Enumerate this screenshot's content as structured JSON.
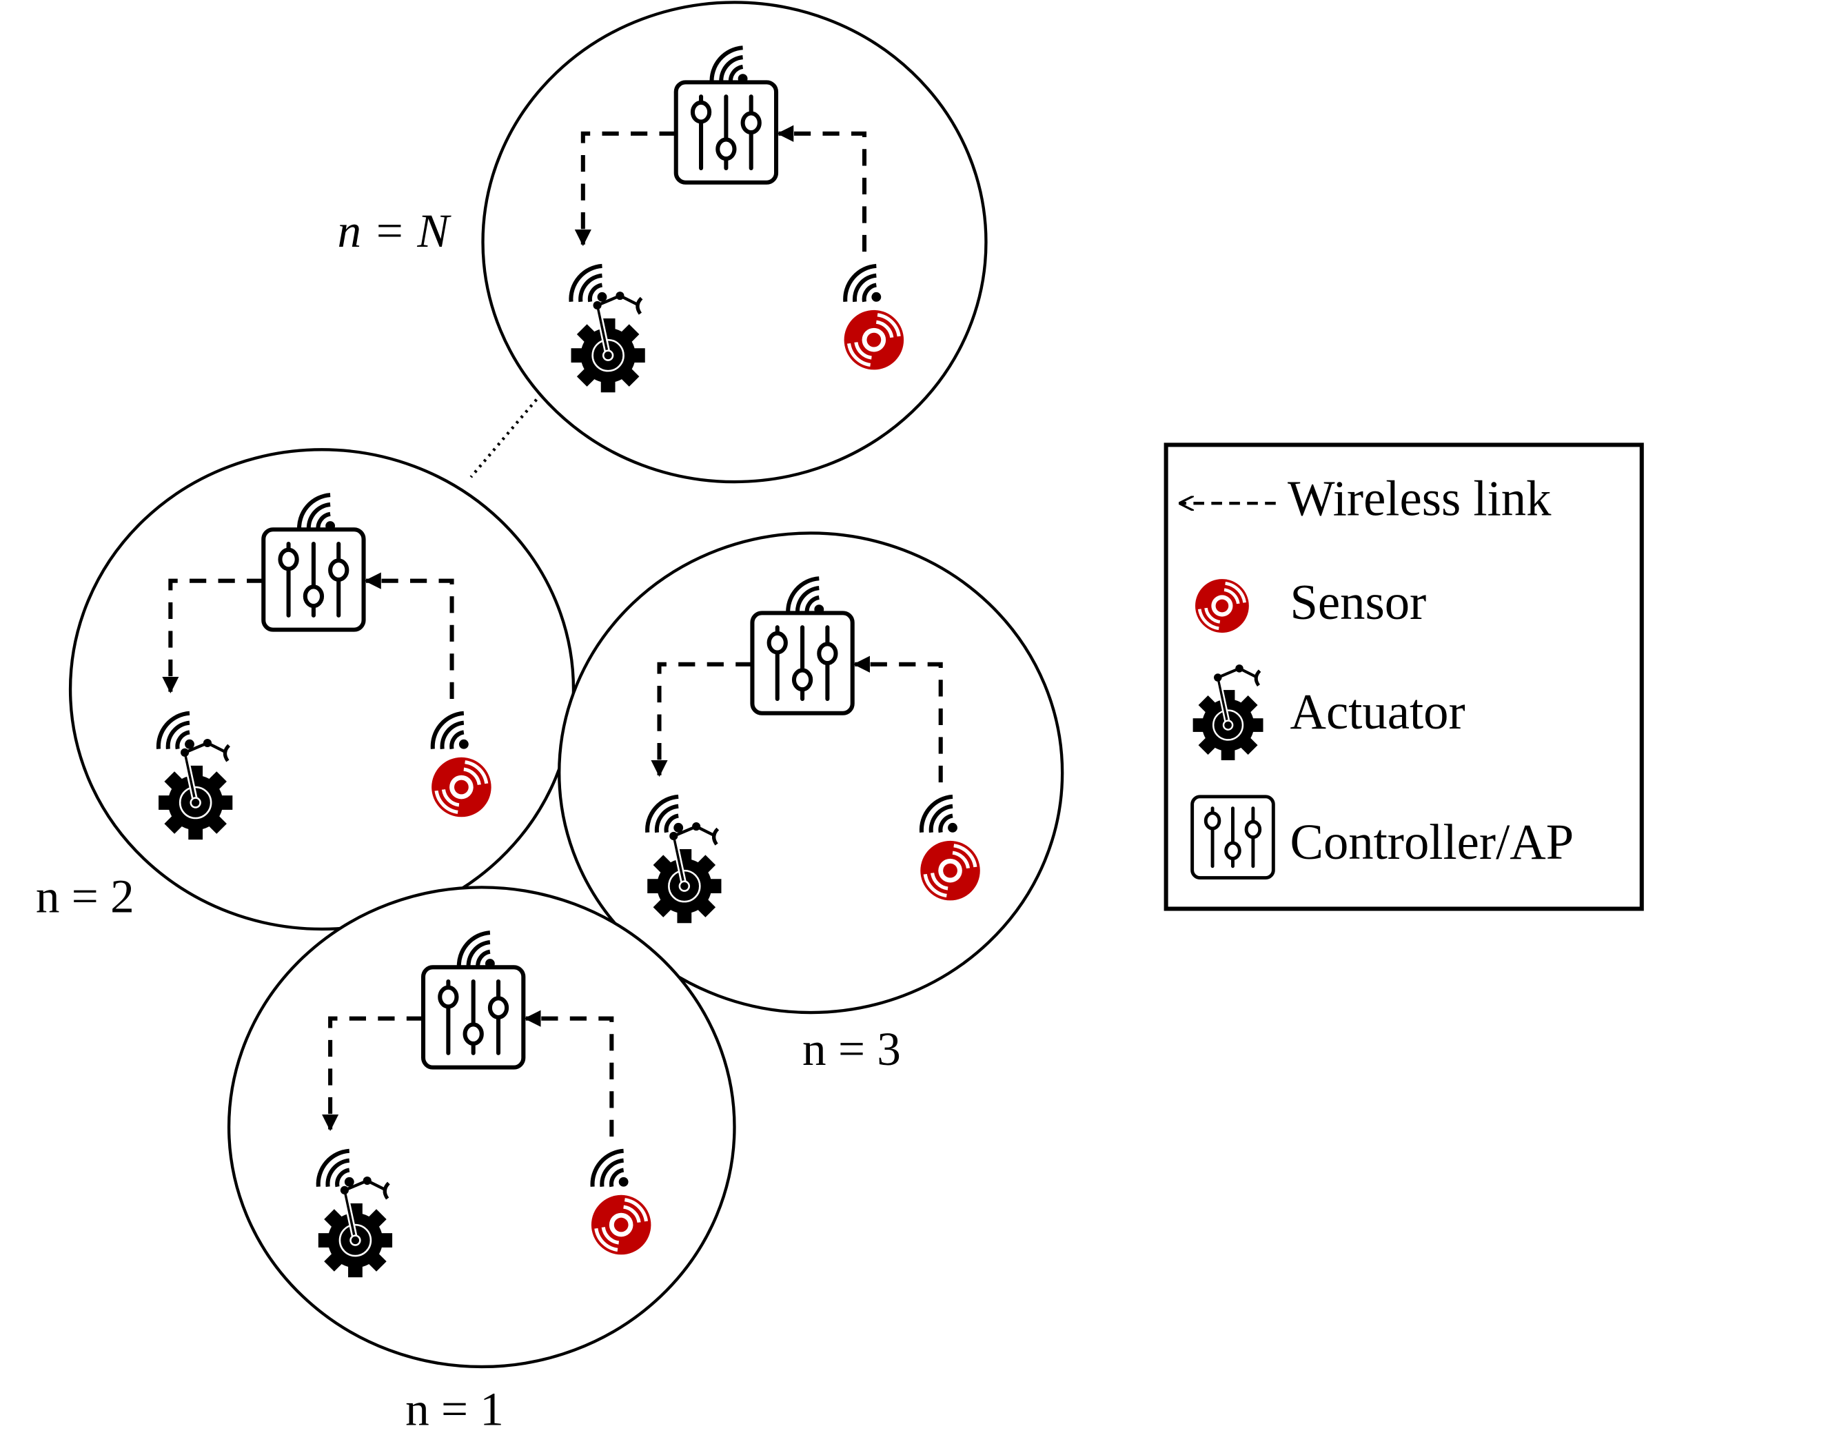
{
  "clusters": [
    {
      "id": "N",
      "label": "n = N"
    },
    {
      "id": "2",
      "label": "n = 2"
    },
    {
      "id": "3",
      "label": "n = 3"
    },
    {
      "id": "1",
      "label": "n = 1"
    }
  ],
  "legend": {
    "wireless_link": "Wireless link",
    "sensor": "Sensor",
    "actuator": "Actuator",
    "controller": "Controller/AP"
  },
  "colors": {
    "sensor": "#c00000",
    "line": "#000000"
  },
  "icons": [
    "wifi-icon",
    "controller-icon",
    "sensor-icon",
    "actuator-gear-icon"
  ]
}
